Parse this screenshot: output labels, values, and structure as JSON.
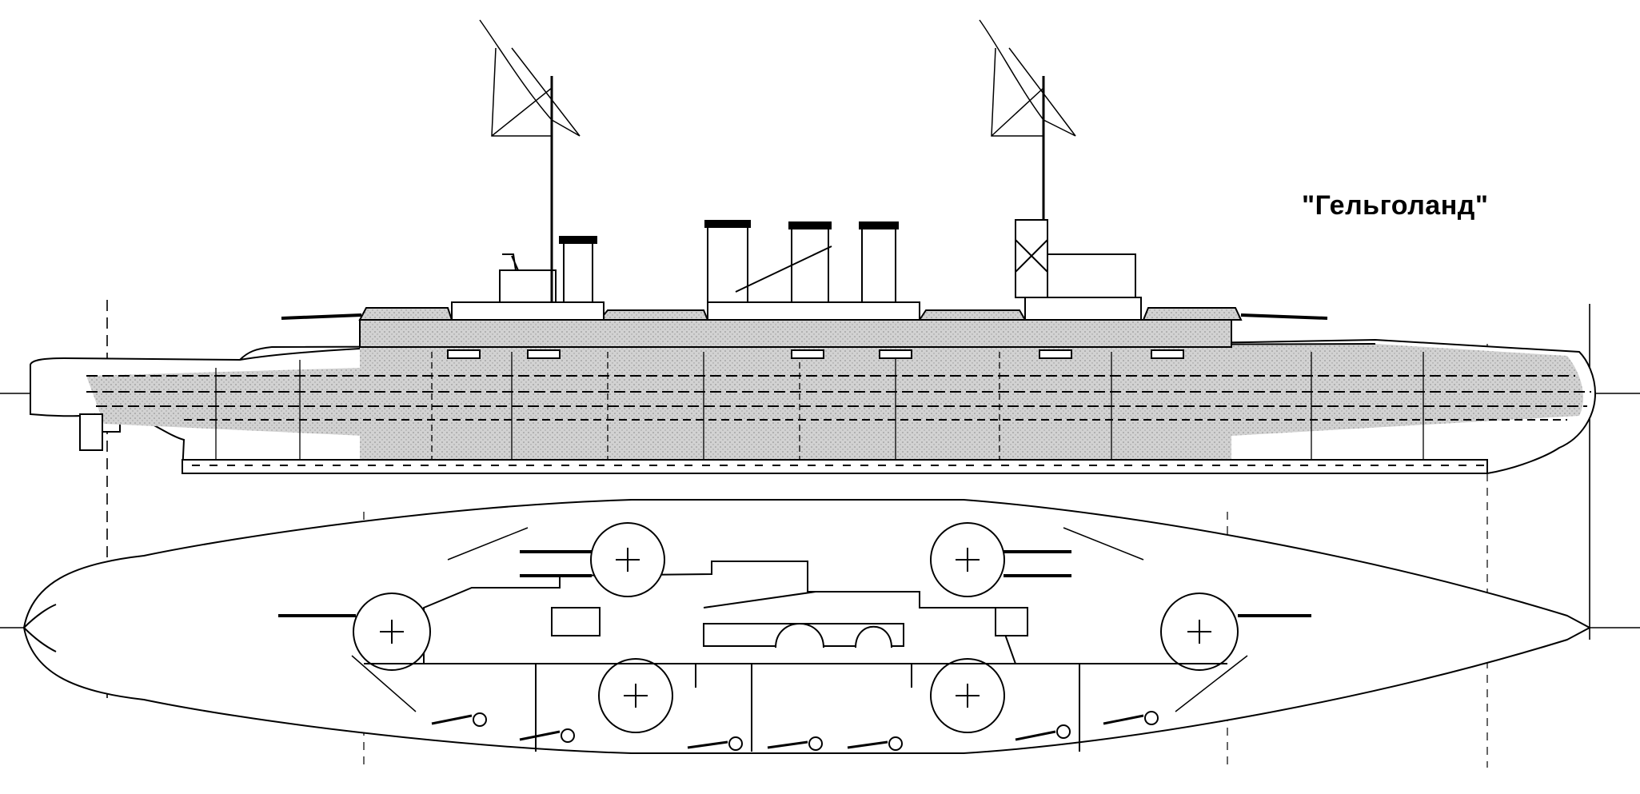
{
  "title": "\"Гельголанд\"",
  "colors": {
    "ink": "#000000",
    "armor_fill": "#c8c8c8",
    "paper": "#ffffff"
  },
  "views": [
    "side-elevation",
    "top-plan"
  ]
}
